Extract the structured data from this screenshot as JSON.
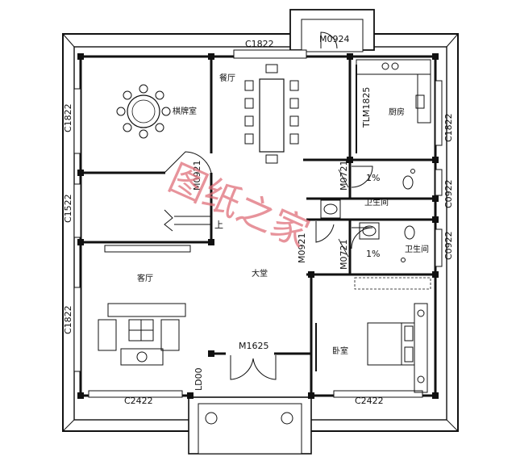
{
  "plan": {
    "rooms": {
      "chess_room": "棋牌室",
      "dining": "餐厅",
      "kitchen": "厨房",
      "bath1": "卫生间",
      "bath2": "卫生间",
      "living": "客厅",
      "hall": "大堂",
      "bedroom": "卧室"
    },
    "openings": {
      "c1822_top": "C1822",
      "m0924_top": "M0924",
      "c1822_left_top": "C1822",
      "c1522_left": "C1522",
      "c1822_left_bottom": "C1822",
      "c1822_right": "C1822",
      "c0922_right1": "C0922",
      "c0922_right2": "C0922",
      "c2422_bottom_left": "C2422",
      "c2422_bottom_right": "C2422",
      "m1625": "M1625",
      "m0921_left": "M0921",
      "m0921_mid": "M0921",
      "m0721_1": "M0721",
      "m0721_2": "M0721",
      "tlm1825": "TLM1825",
      "ld00": "LD00"
    },
    "marks": {
      "slope1": "1%",
      "slope2": "1%",
      "up": "上"
    },
    "watermark": "图纸之家"
  }
}
